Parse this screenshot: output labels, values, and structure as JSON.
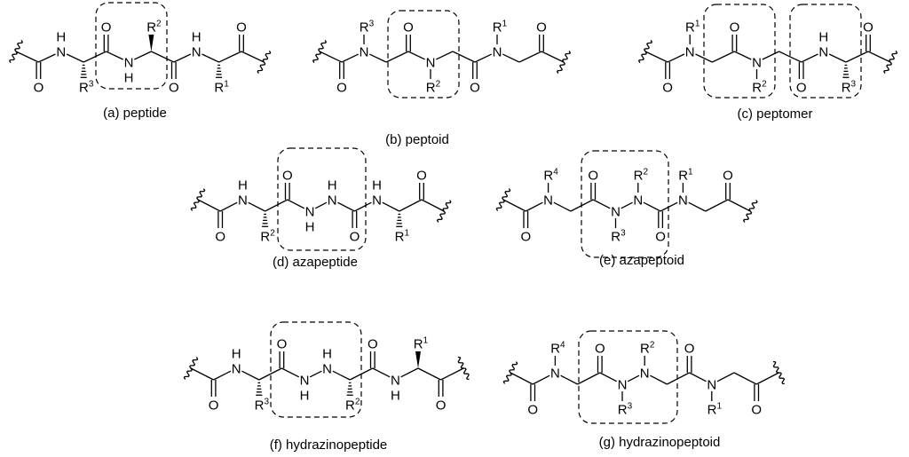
{
  "molecules": [
    {
      "id": "a",
      "caption": "(a) peptide",
      "atoms": [
        "O",
        "N",
        "H",
        "R3",
        "O",
        "N",
        "H",
        "R2",
        "O",
        "N",
        "H",
        "R1",
        "O"
      ]
    },
    {
      "id": "b",
      "caption": "(b) peptoid",
      "atoms": [
        "O",
        "N",
        "R3",
        "O",
        "N",
        "R2",
        "O",
        "N",
        "R1",
        "O"
      ]
    },
    {
      "id": "c",
      "caption": "(c) peptomer",
      "atoms": [
        "O",
        "N",
        "R1",
        "O",
        "N",
        "R2",
        "O",
        "N",
        "H",
        "R3",
        "O"
      ]
    },
    {
      "id": "d",
      "caption": "(d) azapeptide",
      "atoms": [
        "O",
        "N",
        "H",
        "R2",
        "O",
        "N",
        "H",
        "N",
        "H",
        "O",
        "N",
        "H",
        "R1",
        "O"
      ]
    },
    {
      "id": "e",
      "caption": "(e) azapeptoid",
      "atoms": [
        "O",
        "N",
        "R4",
        "O",
        "N",
        "R3",
        "N",
        "R2",
        "O",
        "N",
        "R1",
        "O"
      ]
    },
    {
      "id": "f",
      "caption": "(f) hydrazinopeptide",
      "atoms": [
        "O",
        "N",
        "H",
        "R3",
        "O",
        "N",
        "H",
        "N",
        "H",
        "R2",
        "O",
        "N",
        "H",
        "R1",
        "O"
      ]
    },
    {
      "id": "g",
      "caption": "(g) hydrazinopeptoid",
      "atoms": [
        "O",
        "N",
        "R4",
        "O",
        "N",
        "R3",
        "N",
        "R2",
        "O",
        "N",
        "R1",
        "O"
      ]
    }
  ]
}
